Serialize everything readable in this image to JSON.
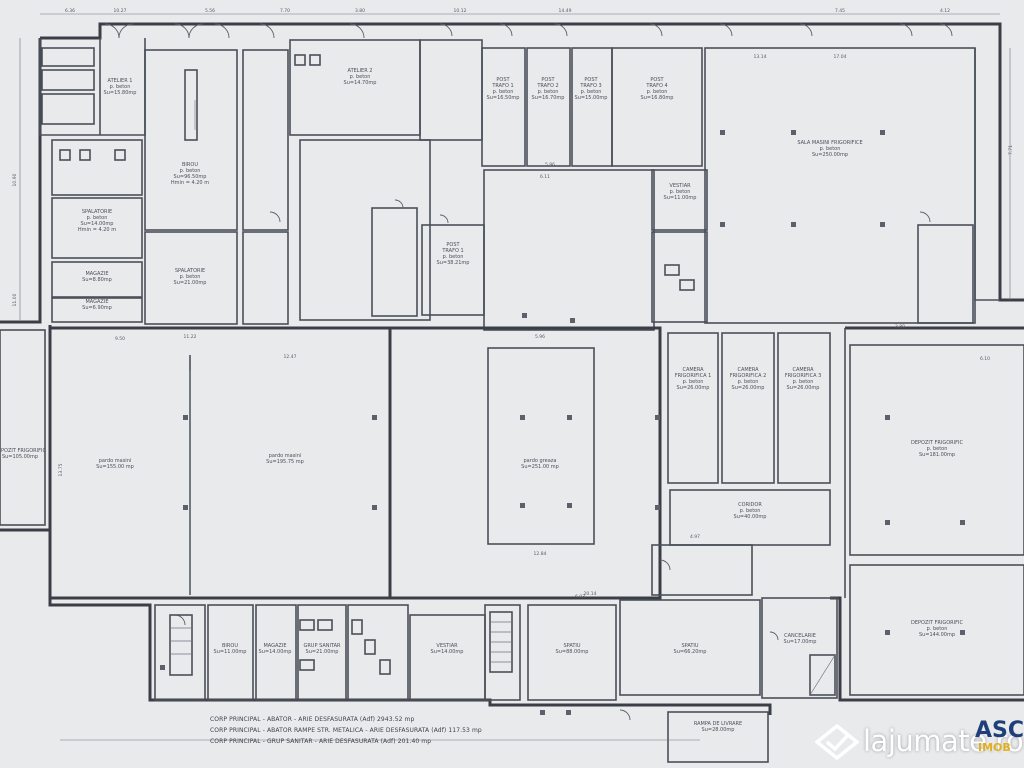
{
  "rooms": [
    {
      "id": "atelier1",
      "lines": [
        "ATELIER 1",
        "p. beton",
        "Su=15.80mp"
      ]
    },
    {
      "id": "birou",
      "lines": [
        "BIROU",
        "p. beton",
        "Su=96.50mp",
        "Hmin = 4.20 m"
      ]
    },
    {
      "id": "spalatorie1",
      "lines": [
        "SPALATORIE",
        "p. beton",
        "Su=14.00mp",
        "Hmin = 4.20 m"
      ]
    },
    {
      "id": "spalatorie2",
      "lines": [
        "SPALATORIE",
        "p. beton",
        "Su=21.00mp"
      ]
    },
    {
      "id": "magazie1",
      "lines": [
        "MAGAZIE",
        "Su=8.80mp"
      ]
    },
    {
      "id": "magazie2",
      "lines": [
        "MAGAZIE",
        "Su=6.90mp"
      ]
    },
    {
      "id": "atelier2",
      "lines": [
        "ATELIER 2",
        "p. beton",
        "Su=14.70mp"
      ]
    },
    {
      "id": "post1",
      "lines": [
        "POST",
        "TRAFO 1",
        "p. beton",
        "Su=16.50mp"
      ]
    },
    {
      "id": "post2",
      "lines": [
        "POST",
        "TRAFO 2",
        "p. beton",
        "Su=16.70mp"
      ]
    },
    {
      "id": "post3",
      "lines": [
        "POST",
        "TRAFO 3",
        "p. beton",
        "Su=15.00mp"
      ]
    },
    {
      "id": "post4",
      "lines": [
        "POST",
        "TRAFO 4",
        "p. beton",
        "Su=16.80mp"
      ]
    },
    {
      "id": "postt",
      "lines": [
        "POST",
        "TRAFO 1",
        "p. beton",
        "Su=38.21mp"
      ]
    },
    {
      "id": "sala",
      "lines": [
        "SALA MASINI FRIGORIFICE",
        "p. beton",
        "Su=250.00mp"
      ]
    },
    {
      "id": "vestiar",
      "lines": [
        "VESTIAR",
        "p. beton",
        "Su=11.00mp"
      ]
    },
    {
      "id": "hala_st",
      "lines": [
        "pardo masini",
        "Su=155.00 mp"
      ]
    },
    {
      "id": "hala_mid",
      "lines": [
        "pardo masini",
        "Su=195.75 mp"
      ]
    },
    {
      "id": "hala_centru",
      "lines": [
        "pardo greaza",
        "Su=251.00 mp"
      ]
    },
    {
      "id": "cam1",
      "lines": [
        "CAMERA",
        "FRIGORIFICA 1",
        "p. beton",
        "Su=26.00mp"
      ]
    },
    {
      "id": "cam2",
      "lines": [
        "CAMERA",
        "FRIGORIFICA 2",
        "p. beton",
        "Su=26.00mp"
      ]
    },
    {
      "id": "cam3",
      "lines": [
        "CAMERA",
        "FRIGORIFICA 3",
        "p. beton",
        "Su=26.00mp"
      ]
    },
    {
      "id": "coridor",
      "lines": [
        "CORIDOR",
        "p. beton",
        "Su=40.00mp"
      ]
    },
    {
      "id": "depozit1",
      "lines": [
        "DEPOZIT FRIGORIFIC",
        "p. beton",
        "Su=181.00mp"
      ]
    },
    {
      "id": "depozit2",
      "lines": [
        "DEPOZIT FRIGORIFIC",
        "p. beton",
        "Su=144.00mp"
      ]
    },
    {
      "id": "frigo_st",
      "lines": [
        "DEPOZIT FRIGORIFIC",
        "Su=105.00mp"
      ]
    },
    {
      "id": "birou2",
      "lines": [
        "BIROU",
        "Su=11.00mp"
      ]
    },
    {
      "id": "grup",
      "lines": [
        "GRUP SANITAR",
        "Su=21.00mp"
      ]
    },
    {
      "id": "magazie3",
      "lines": [
        "MAGAZIE",
        "Su=14.00mp"
      ]
    },
    {
      "id": "vestiar2",
      "lines": [
        "VESTIAR",
        "Su=14.00mp"
      ]
    },
    {
      "id": "spatiu1",
      "lines": [
        "SPATIU",
        "Su=88.00mp"
      ]
    },
    {
      "id": "spatiu2",
      "lines": [
        "SPATIU",
        "Su=66.20mp"
      ]
    },
    {
      "id": "cancelarie",
      "lines": [
        "CANCELARIE",
        "Su=17.00mp"
      ]
    },
    {
      "id": "rampa",
      "lines": [
        "RAMPA DE LIVRARE",
        "Su=28.00mp"
      ]
    }
  ],
  "dimensions": {
    "top": [
      "6.36",
      "10.27",
      "5.56",
      "7.70",
      "3.80",
      "10.12",
      "14.49",
      "7.45",
      "4.12"
    ],
    "inner": [
      "17.04",
      "13.14",
      "9.50",
      "6.11",
      "5.96",
      "6.03",
      "12.47",
      "12.84",
      "20.14",
      "11.22",
      "5.96",
      "4.97",
      "3.80",
      "6.10"
    ],
    "side": [
      "10.90",
      "11.00",
      "7.71",
      "13.75"
    ]
  },
  "footer": {
    "note1": "CORP PRINCIPAL - ABATOR - ARIE DESFASURATA (Adf) 2943.52 mp",
    "note2": "CORP PRINCIPAL - ABATOR RAMPE STR. METALICA - ARIE DESFASURATA (Adf) 117.53 mp",
    "note3": "CORP PRINCIPAL - GRUP SANITAR - ARIE DESFASURATA (Adf) 201.40 mp"
  },
  "watermark": {
    "text": "lajumate.ro"
  },
  "brand": {
    "text": "ASC",
    "sub": "IMOB"
  },
  "colors": {
    "paper": "#e9eaec",
    "line": "#3a3f47",
    "brand": "#1f3f7a",
    "brand_accent": "#e0b020"
  }
}
